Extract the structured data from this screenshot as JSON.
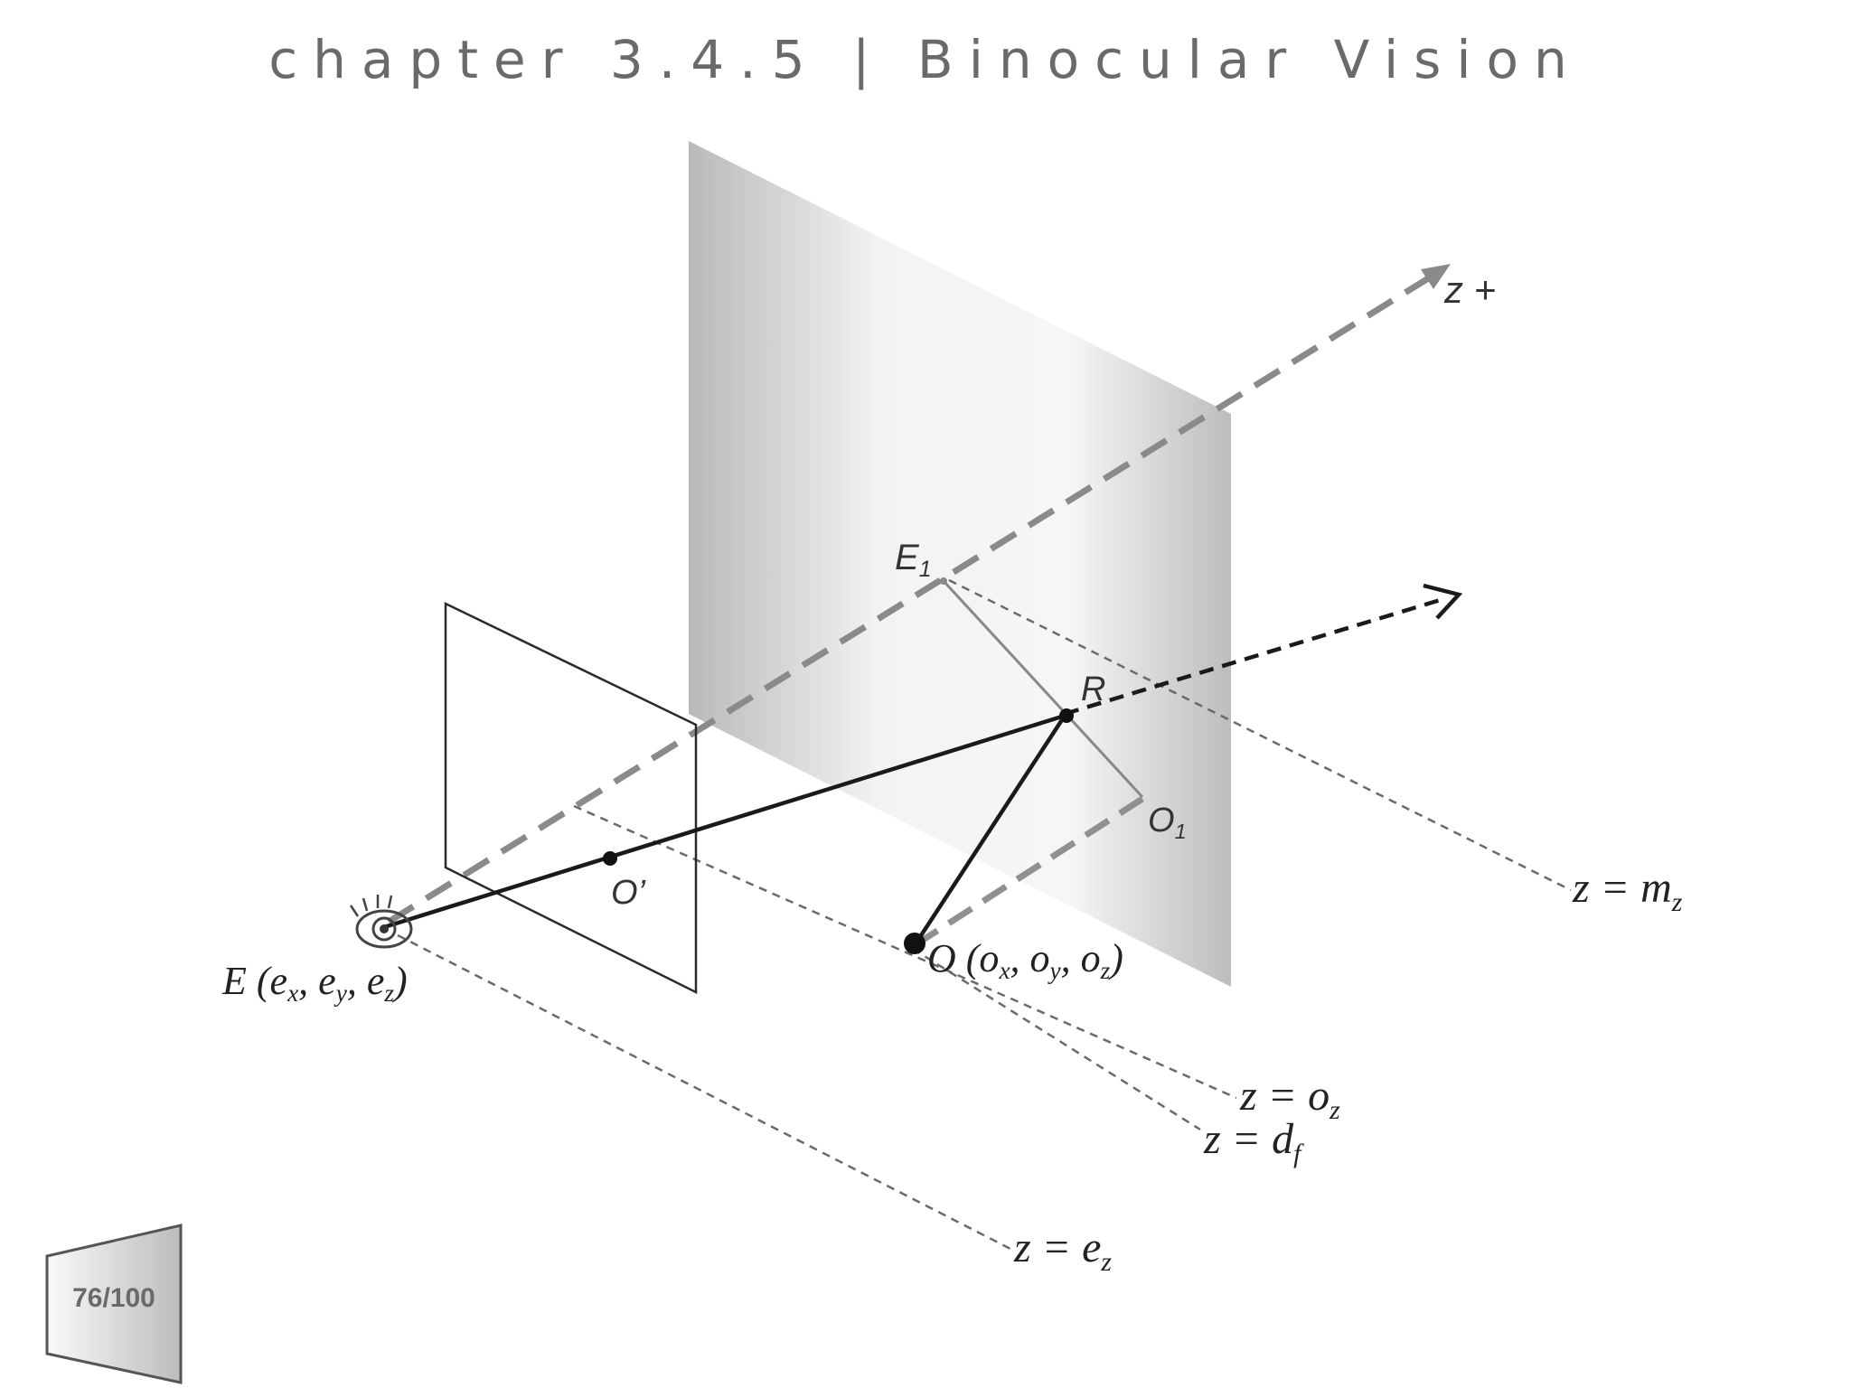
{
  "slide": {
    "title": "chapter 3.4.5 | Binocular Vision",
    "page": "76/100"
  },
  "diagram": {
    "labels": {
      "z_plus": "z +",
      "E1_main": "E",
      "E1_sub": "1",
      "R": "R",
      "O1_main": "O",
      "O1_sub": "1",
      "O_prime": "O’",
      "E_main": "E (e",
      "E_sub_x": "x",
      "E_sep1": ", e",
      "E_sub_y": "y",
      "E_sep2": ", e",
      "E_sub_z": "z",
      "E_close": ")",
      "O_main": "O (o",
      "O_sub_x": "x",
      "O_sep1": ", o",
      "O_sub_y": "y",
      "O_sep2": ", o",
      "O_sub_z": "z",
      "O_close": ")",
      "z_mz_main": "z = m",
      "z_mz_sub": "z",
      "z_oz_main": "z = o",
      "z_oz_sub": "z",
      "z_df_main": "z = d",
      "z_df_sub": "f",
      "z_ez_main": "z = e",
      "z_ez_sub": "z"
    }
  },
  "colors": {
    "panel_dark": "#b8b8b8",
    "panel_light": "#f4f4f4",
    "axis_dash": "#8a8a8a",
    "ray": "#1a1a1a"
  }
}
